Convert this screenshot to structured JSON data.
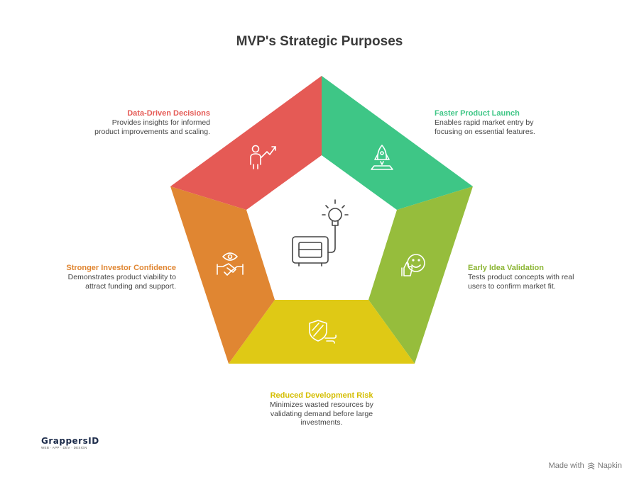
{
  "title": "MVP's Strategic Purposes",
  "colors": {
    "red": "#e55a55",
    "green": "#3ec686",
    "lime": "#96bd3c",
    "yellow": "#dfc915",
    "orange": "#e08632"
  },
  "sections": [
    {
      "key": "data",
      "heading": "Data-Driven Decisions",
      "description": "Provides insights for informed\nproduct improvements and scaling.",
      "color": "#e55a55",
      "icon": "person-growth-icon"
    },
    {
      "key": "launch",
      "heading": "Faster Product Launch",
      "description": "Enables rapid market entry by\nfocusing on essential features.",
      "color": "#3ec686",
      "icon": "rocket-icon"
    },
    {
      "key": "validation",
      "heading": "Early Idea Validation",
      "description": "Tests product concepts with real\nusers to confirm market fit.",
      "color": "#96bd3c",
      "icon": "thumbs-up-smile-icon"
    },
    {
      "key": "risk",
      "heading": "Reduced Development Risk",
      "description": "Minimizes wasted resources by\nvalidating demand before large\ninvestments.",
      "color": "#d9c300",
      "icon": "shield-icon"
    },
    {
      "key": "investor",
      "heading": "Stronger Investor Confidence",
      "description": "Demonstrates product viability to\nattract funding and support.",
      "color": "#e08632",
      "icon": "handshake-eye-icon"
    }
  ],
  "logo": {
    "name": "GrappersID",
    "tagline": "WEB · APP · DEV · DESIGN"
  },
  "footer": {
    "made_with": "Made with",
    "brand": "Napkin"
  }
}
